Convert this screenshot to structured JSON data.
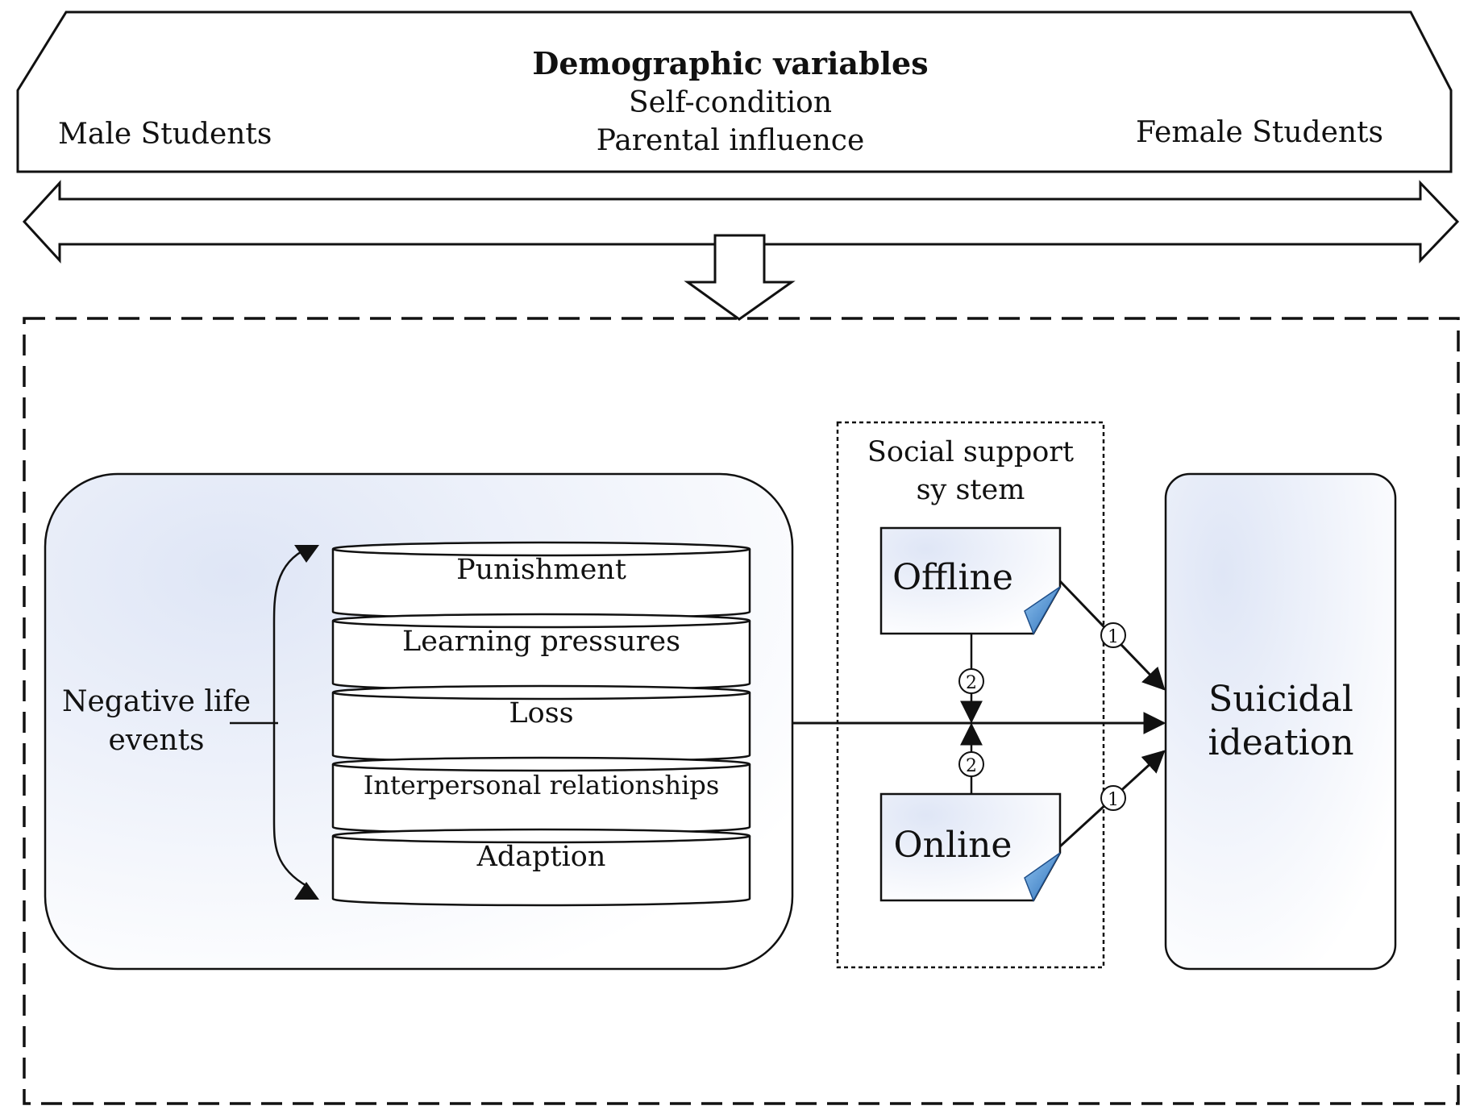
{
  "demographics": {
    "title": "Demographic variables",
    "line1": "Self-condition",
    "line2": "Parental influence",
    "left_label": "Male Students",
    "right_label": "Female Students"
  },
  "negative_life_events": {
    "label_line1": "Negative life",
    "label_line2": "events",
    "items": [
      "Punishment",
      "Learning pressures",
      "Loss",
      "Interpersonal relationships",
      "Adaption"
    ]
  },
  "social_support": {
    "title_line1": "Social support",
    "title_line2": "sy stem",
    "offline": "Offline",
    "online": "Online"
  },
  "path_markers": {
    "offline_to_outcome": "1",
    "offline_to_main": "2",
    "online_to_main": "2",
    "online_to_outcome": "1"
  },
  "outcome": {
    "line1": "Suicidal",
    "line2": "ideation"
  },
  "colors": {
    "stroke": "#111111",
    "fold_accent": "#3d7fc4",
    "panel_tint": "#e6ecf8"
  }
}
